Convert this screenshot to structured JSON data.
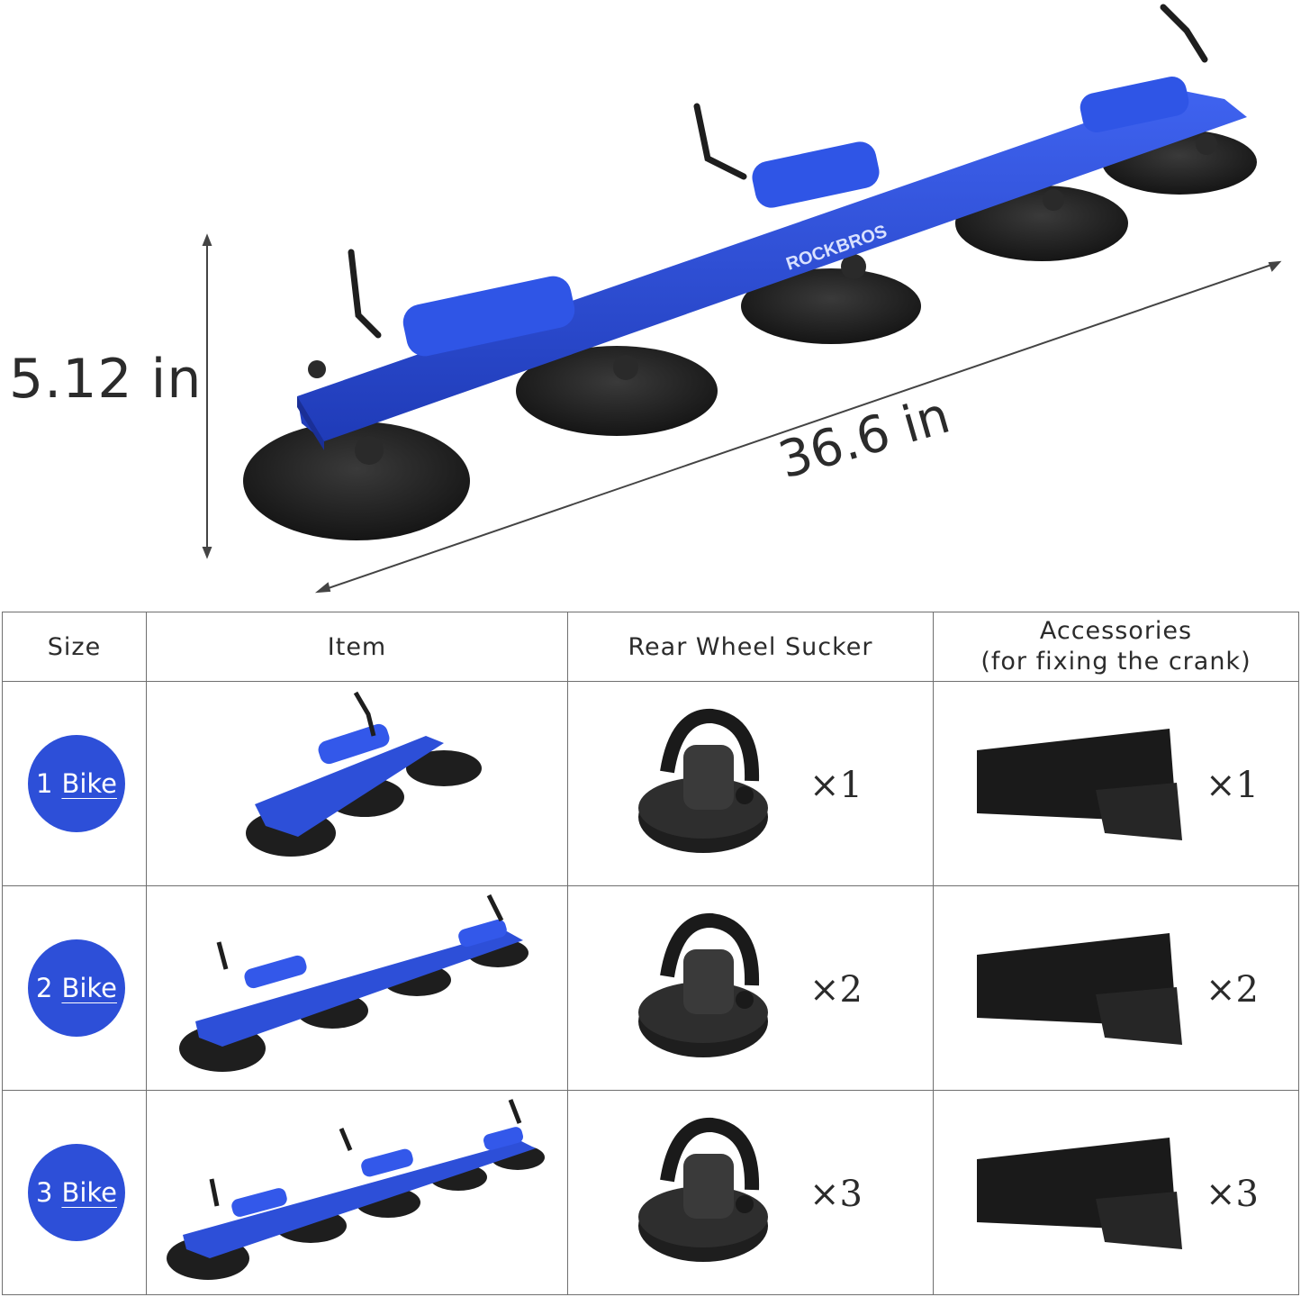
{
  "product": {
    "brand": "ROCKBROS",
    "dimensions": {
      "height": "5.12 in",
      "length": "36.6 in"
    },
    "colors": {
      "rack_blue": "#2d4fd8",
      "sucker_black": "#1f1f1f",
      "badge_blue": "#2d4fd8"
    }
  },
  "table": {
    "headers": {
      "size": "Size",
      "item": "Item",
      "sucker": "Rear Wheel Sucker",
      "accessories_line1": "Accessories",
      "accessories_line2": "(for fixing the crank)"
    },
    "rows": [
      {
        "size_num": "1",
        "size_unit": "Bike",
        "sucker_qty": "×1",
        "acc_qty": "×1"
      },
      {
        "size_num": "2",
        "size_unit": "Bike",
        "sucker_qty": "×2",
        "acc_qty": "×2"
      },
      {
        "size_num": "3",
        "size_unit": "Bike",
        "sucker_qty": "×3",
        "acc_qty": "×3"
      }
    ]
  }
}
